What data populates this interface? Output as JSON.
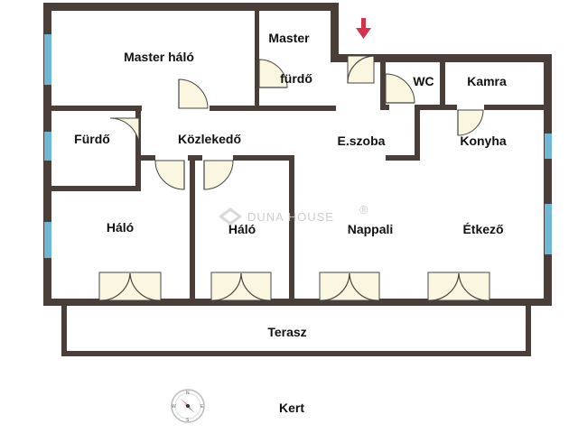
{
  "plan": {
    "rooms": {
      "master_halo": "Master háló",
      "master_furdo_1": "Master",
      "master_furdo_2": "fürdő",
      "wc": "WC",
      "kamra": "Kamra",
      "furdo": "Fürdő",
      "kozlekedo": "Közlekedő",
      "eszoba": "E.szoba",
      "konyha": "Konyha",
      "halo_left": "Háló",
      "halo_mid": "Háló",
      "nappali": "Nappali",
      "etkezo": "Étkező",
      "terasz": "Terasz",
      "kert": "Kert"
    },
    "watermark": "DUNA HOUSE",
    "watermark_mark": "®",
    "compass_letters": {
      "n": "N",
      "s": "S",
      "e": "E",
      "w": "W"
    },
    "colors": {
      "wall": "#4a3e38",
      "window": "#6fb7d4",
      "door_swing": "#fbf6df",
      "entrance_arrow": "#d2334a"
    },
    "icons": [
      "entrance-arrow-icon",
      "compass-icon",
      "watermark-logo-icon"
    ]
  }
}
